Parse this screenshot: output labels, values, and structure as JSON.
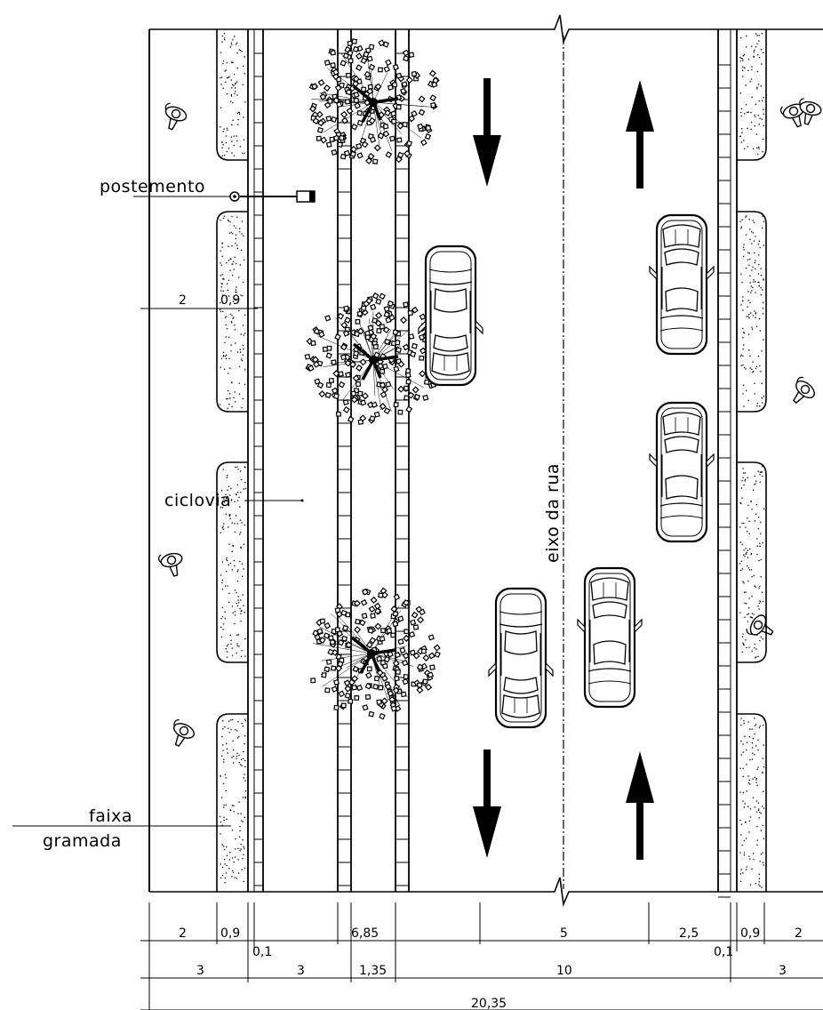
{
  "labels": {
    "postemento": "postemento",
    "ciclovia": "ciclovia",
    "faixa": "faixa",
    "gramada": "gramada",
    "eixo_da_rua": "eixo da rua"
  },
  "side_dims": {
    "left_sidewalk": "2",
    "left_grass": "0,9"
  },
  "dims_row1": [
    {
      "key": "a",
      "text": "2"
    },
    {
      "key": "b",
      "text": "0,9"
    },
    {
      "key": "c",
      "text": "6,85"
    },
    {
      "key": "d",
      "text": "5"
    },
    {
      "key": "e",
      "text": "2,5"
    },
    {
      "key": "f",
      "text": "0,9"
    },
    {
      "key": "g",
      "text": "2"
    }
  ],
  "dims_row2": [
    {
      "key": "a",
      "text": "0,1"
    },
    {
      "key": "b",
      "text": "0,1"
    }
  ],
  "dims_row3": [
    {
      "key": "a",
      "text": "3"
    },
    {
      "key": "b",
      "text": "3"
    },
    {
      "key": "c",
      "text": "1,35"
    },
    {
      "key": "d",
      "text": "10"
    },
    {
      "key": "e",
      "text": "3"
    }
  ],
  "dims_total": "20,35",
  "traffic": {
    "left_lane_direction": "down",
    "right_lane_direction": "up"
  }
}
